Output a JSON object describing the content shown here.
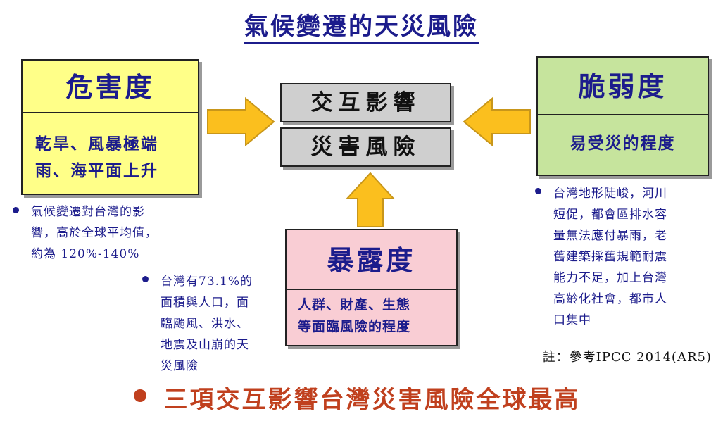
{
  "title": "氣候變遷的天災風險",
  "hazard": {
    "heading": "危害度",
    "line1": "乾旱、風暴極端",
    "line2": "雨、海平面上升"
  },
  "vulnerability": {
    "heading": "脆弱度",
    "text": "易受災的程度"
  },
  "exposure": {
    "heading": "暴露度",
    "line1": "人群、財產、生態",
    "line2": "等面臨風險的程度"
  },
  "center": {
    "interaction": "交互影響",
    "risk": "災害風險"
  },
  "notes": {
    "note1": [
      "氣候變遷對台灣的影",
      "響，高於全球平均值，",
      "約為 120%-140%"
    ],
    "note2": [
      "台灣有73.1%的",
      "面積與人口，面",
      "臨颱風、洪水、",
      "地震及山崩的天",
      "災風險"
    ],
    "note3": [
      "台灣地形陡峻，河川",
      "短促，都會區排水容",
      "量無法應付暴雨，老",
      "舊建築採舊規範耐震",
      "能力不足，加上台灣",
      "高齡化社會，都市人",
      "口集中"
    ]
  },
  "reference": "註：參考IPCC 2014(AR5)",
  "conclusion": "三項交互影響台灣災害風險全球最高",
  "colors": {
    "arrow_fill": "#fbbf1e",
    "arrow_stroke": "#c8961a",
    "text_blue": "#1c1c8c",
    "conclusion_red": "#c0401e"
  }
}
